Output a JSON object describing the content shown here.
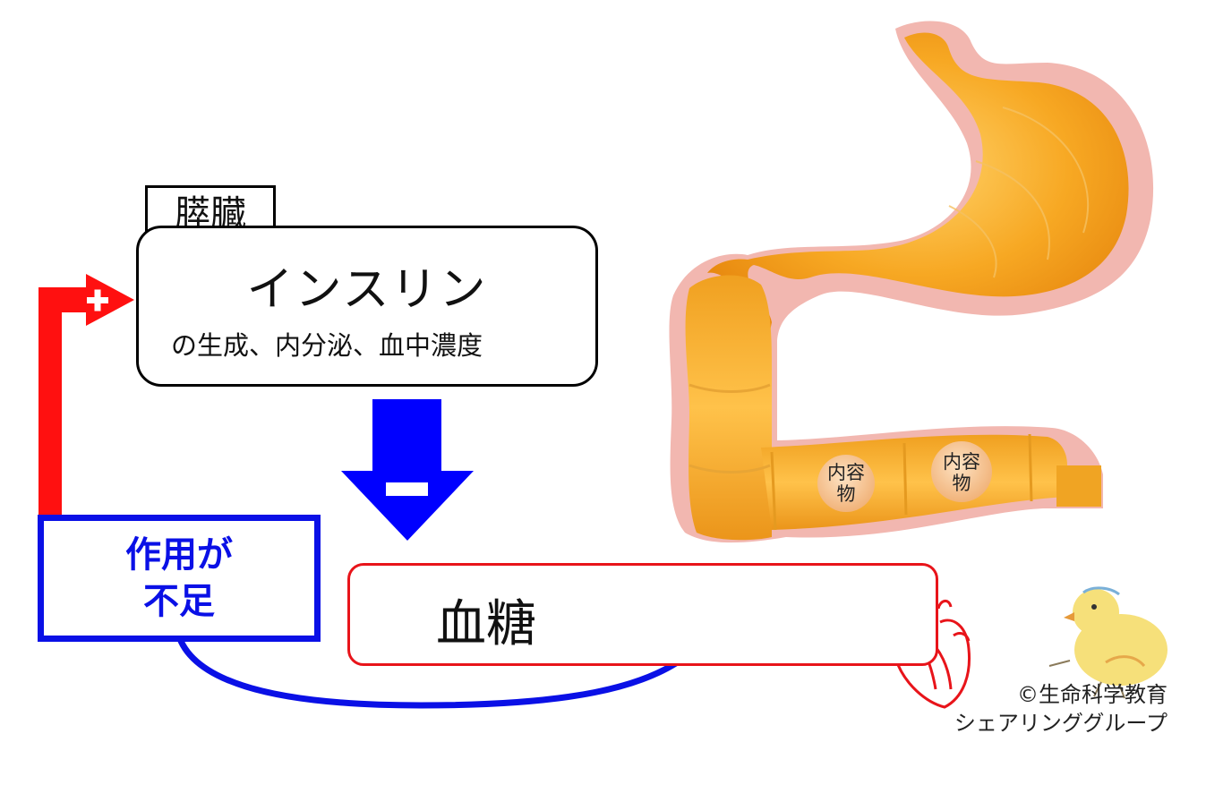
{
  "organ_label": "膵臓",
  "hormone": {
    "title": "インスリン",
    "subtitle": "の生成、内分泌、血中濃度"
  },
  "effect_box": {
    "line1": "作用が",
    "line2": "不足"
  },
  "target_box": {
    "label": "血糖"
  },
  "stomach_contents": [
    {
      "line1": "内容",
      "line2": "物"
    },
    {
      "line1": "内容",
      "line2": "物"
    }
  ],
  "credit": {
    "line1": "©生命科学教育",
    "line2": "シェアリンググループ"
  },
  "colors": {
    "positive_arrow": "#ff1010",
    "negative_arrow": "#0000ff",
    "glucose_border": "#e8141a",
    "effect_border": "#0a10e6",
    "stomach": "#f6a41a"
  },
  "icons": [
    "plus-sign-icon",
    "minus-sign-icon",
    "heart-icon",
    "chick-icon",
    "stomach-illustration"
  ]
}
